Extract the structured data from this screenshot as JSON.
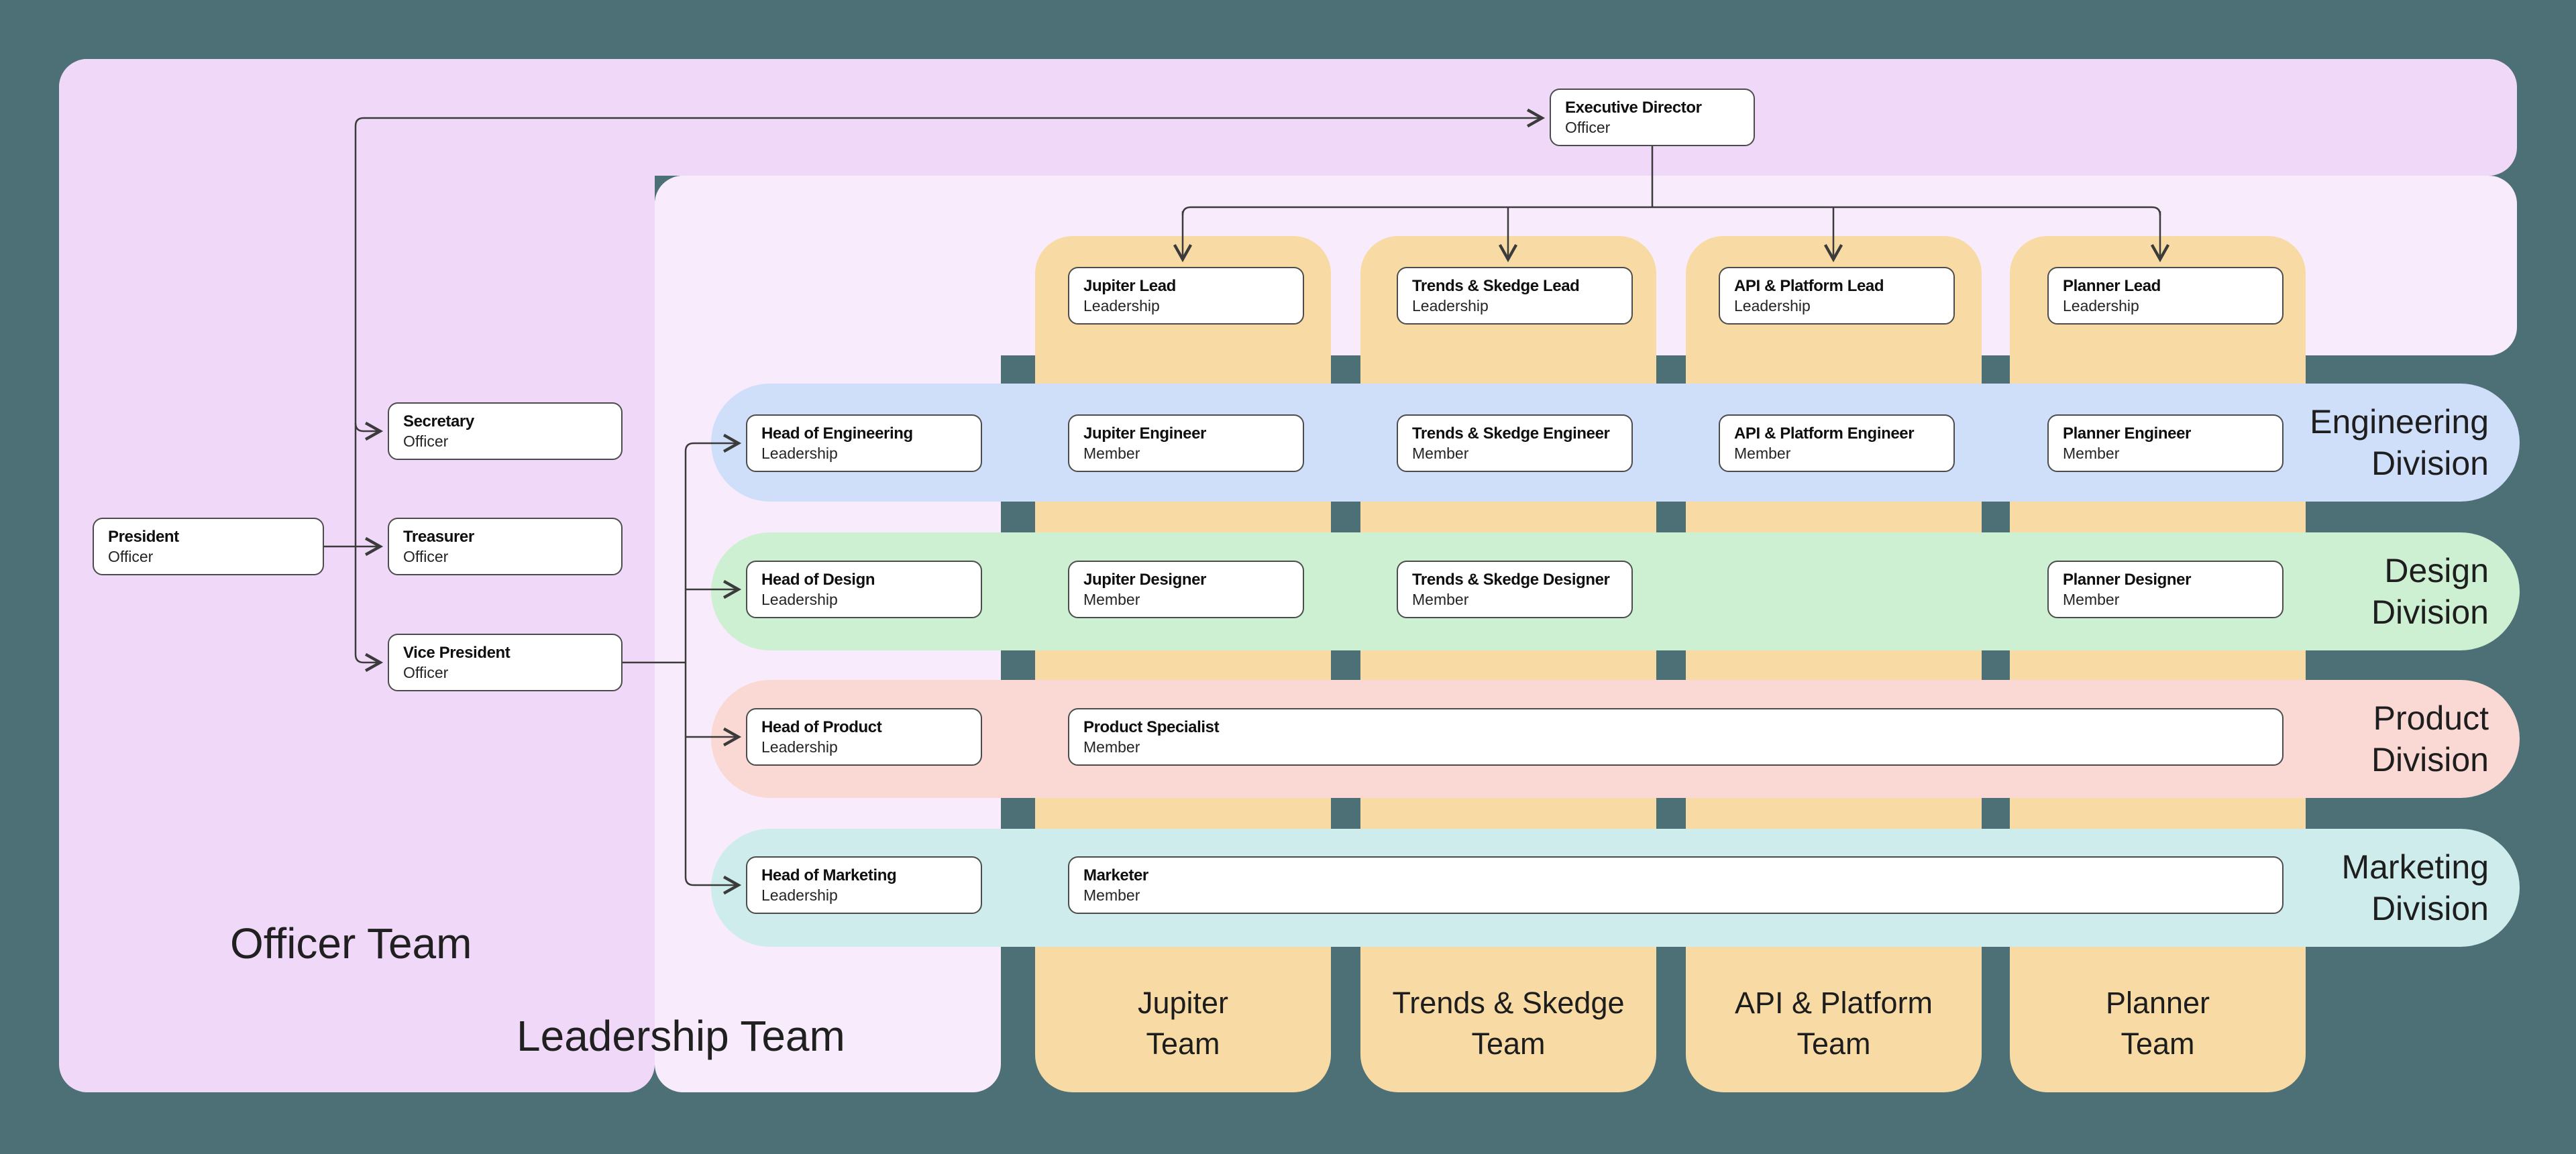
{
  "groups": {
    "officer": {
      "label": "Officer Team"
    },
    "leadership": {
      "label": "Leadership Team"
    }
  },
  "divisions": [
    {
      "id": "engineering",
      "line1": "Engineering",
      "line2": "Division",
      "color": "#cfdffa"
    },
    {
      "id": "design",
      "line1": "Design",
      "line2": "Division",
      "color": "#cdf0d2"
    },
    {
      "id": "product",
      "line1": "Product",
      "line2": "Division",
      "color": "#fad9d4"
    },
    {
      "id": "marketing",
      "line1": "Marketing",
      "line2": "Division",
      "color": "#cdeceb"
    }
  ],
  "teams": [
    {
      "id": "jupiter",
      "line1": "Jupiter",
      "line2": "Team",
      "color": "#f8dba4"
    },
    {
      "id": "trends-skedge",
      "line1": "Trends & Skedge",
      "line2": "Team",
      "color": "#f8dba4"
    },
    {
      "id": "api-platform",
      "line1": "API & Platform",
      "line2": "Team",
      "color": "#f8dba4"
    },
    {
      "id": "planner",
      "line1": "Planner",
      "line2": "Team",
      "color": "#f8dba4"
    }
  ],
  "nodes": {
    "exec": {
      "title": "Executive Director",
      "subtitle": "Officer"
    },
    "president": {
      "title": "President",
      "subtitle": "Officer"
    },
    "secretary": {
      "title": "Secretary",
      "subtitle": "Officer"
    },
    "treasurer": {
      "title": "Treasurer",
      "subtitle": "Officer"
    },
    "vp": {
      "title": "Vice President",
      "subtitle": "Officer"
    },
    "head_eng": {
      "title": "Head of Engineering",
      "subtitle": "Leadership"
    },
    "head_design": {
      "title": "Head of Design",
      "subtitle": "Leadership"
    },
    "head_product": {
      "title": "Head of Product",
      "subtitle": "Leadership"
    },
    "head_mkt": {
      "title": "Head of Marketing",
      "subtitle": "Leadership"
    },
    "jupiter_lead": {
      "title": "Jupiter Lead",
      "subtitle": "Leadership"
    },
    "trends_lead": {
      "title": "Trends & Skedge Lead",
      "subtitle": "Leadership"
    },
    "api_lead": {
      "title": "API & Platform Lead",
      "subtitle": "Leadership"
    },
    "planner_lead": {
      "title": "Planner Lead",
      "subtitle": "Leadership"
    },
    "jupiter_eng": {
      "title": "Jupiter Engineer",
      "subtitle": "Member"
    },
    "trends_eng": {
      "title": "Trends & Skedge Engineer",
      "subtitle": "Member"
    },
    "api_eng": {
      "title": "API & Platform Engineer",
      "subtitle": "Member"
    },
    "planner_eng": {
      "title": "Planner Engineer",
      "subtitle": "Member"
    },
    "jupiter_des": {
      "title": "Jupiter Designer",
      "subtitle": "Member"
    },
    "trends_des": {
      "title": "Trends & Skedge Designer",
      "subtitle": "Member"
    },
    "planner_des": {
      "title": "Planner Designer",
      "subtitle": "Member"
    },
    "product_spec": {
      "title": "Product Specialist",
      "subtitle": "Member"
    },
    "marketer": {
      "title": "Marketer",
      "subtitle": "Member"
    }
  },
  "colors": {
    "page_background": "#4d7077",
    "officer_region": "#f0d9f8",
    "leadership_region": "#f7ebfc",
    "team_column": "#f8dba4",
    "node_border": "#4c4c4c",
    "connector": "#3b3b3b"
  }
}
